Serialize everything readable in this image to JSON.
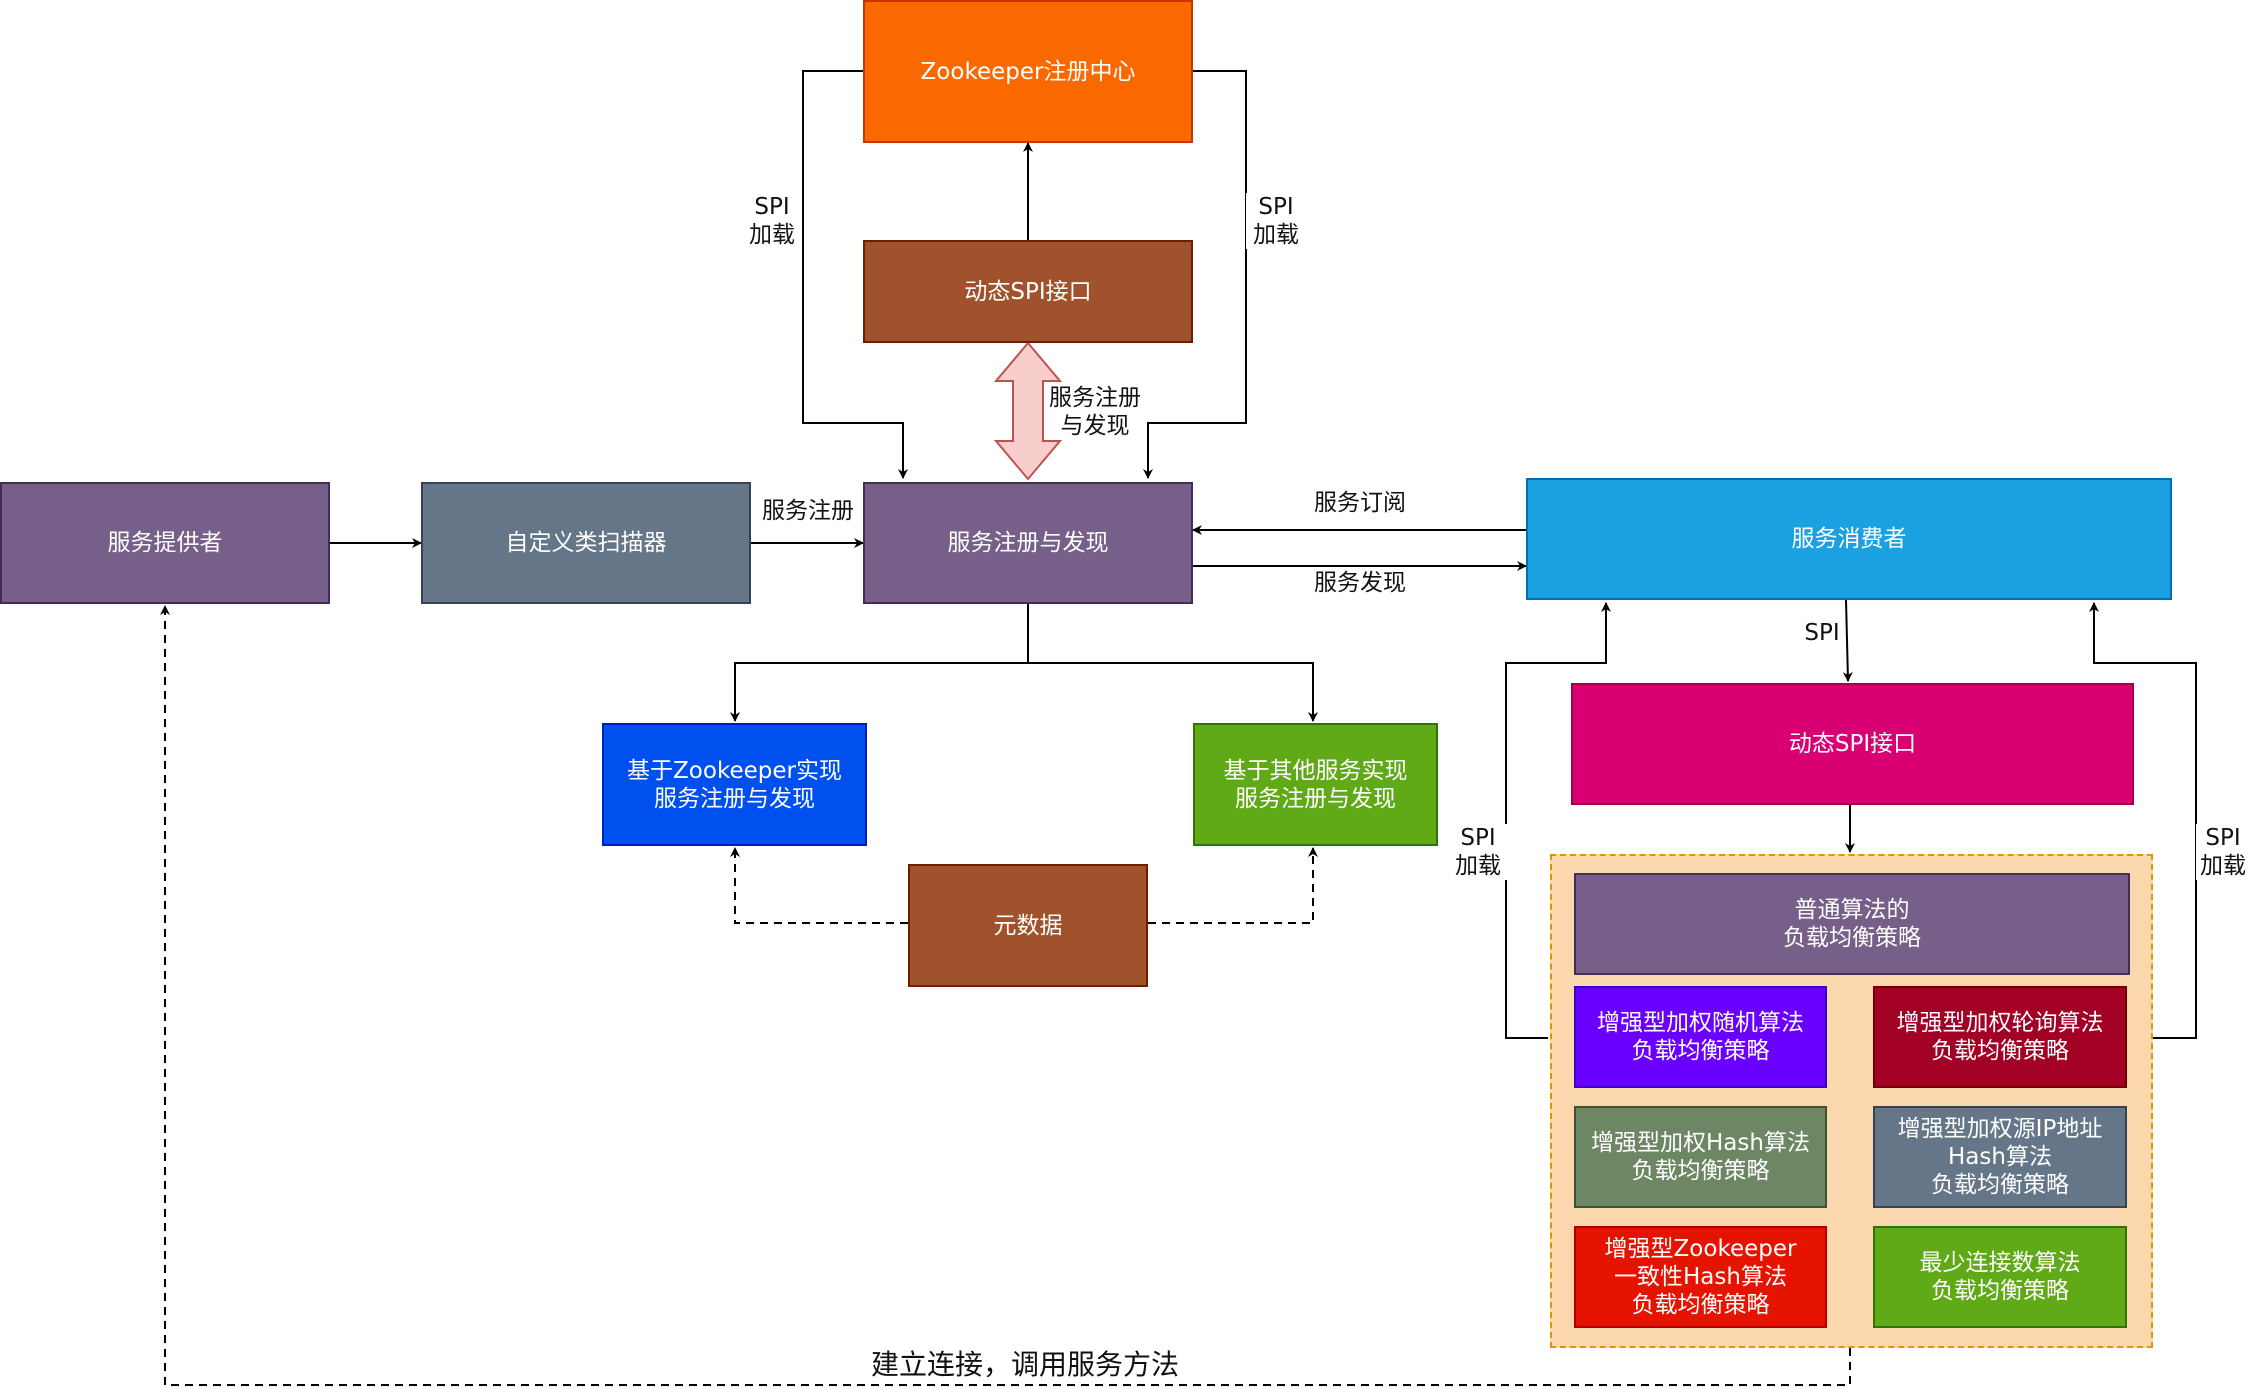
{
  "nodes": {
    "zookeeper_registry": "Zookeeper注册中心",
    "dynamic_spi_top": "动态SPI接口",
    "service_provider": "服务提供者",
    "custom_scanner": "自定义类扫描器",
    "registry_discovery": "服务注册与发现",
    "service_consumer": "服务消费者",
    "zk_impl": "基于Zookeeper实现\n服务注册与发现",
    "other_impl": "基于其他服务实现\n服务注册与发现",
    "metadata": "元数据",
    "dynamic_spi_right": "动态SPI接口",
    "lb_normal": "普通算法的\n负载均衡策略",
    "lb_weighted_random": "增强型加权随机算法\n负载均衡策略",
    "lb_weighted_round_robin": "增强型加权轮询算法\n负载均衡策略",
    "lb_weighted_hash": "增强型加权Hash算法\n负载均衡策略",
    "lb_weighted_source_ip": "增强型加权源IP地址\nHash算法\n负载均衡策略",
    "lb_zk_consistent_hash": "增强型Zookeeper\n一致性Hash算法\n负载均衡策略",
    "lb_least_connections": "最少连接数算法\n负载均衡策略"
  },
  "edge_labels": {
    "spi_load_left": "SPI\n加载",
    "spi_load_right": "SPI\n加载",
    "register_discover": "服务注册\n与发现",
    "service_register": "服务注册",
    "service_subscribe": "服务订阅",
    "service_discover": "服务发现",
    "spi": "SPI",
    "spi_load_lb_left": "SPI\n加载",
    "spi_load_lb_right": "SPI\n加载",
    "connect_invoke": "建立连接，调用服务方法"
  },
  "colors": {
    "orange": "#fa6800",
    "brown": "#a0522d",
    "purple": "#76608a",
    "slate": "#647687",
    "sky": "#1ba1e2",
    "blue": "#0050ef",
    "green": "#60a917",
    "magenta": "#d80073",
    "violet": "#6a00ff",
    "crimson": "#a20025",
    "olive": "#6d8764",
    "red": "#e51400",
    "container_fill": "#fad7ac",
    "container_border": "#d79b00",
    "double_arrow_fill": "#f8cecc",
    "double_arrow_stroke": "#b85450"
  }
}
